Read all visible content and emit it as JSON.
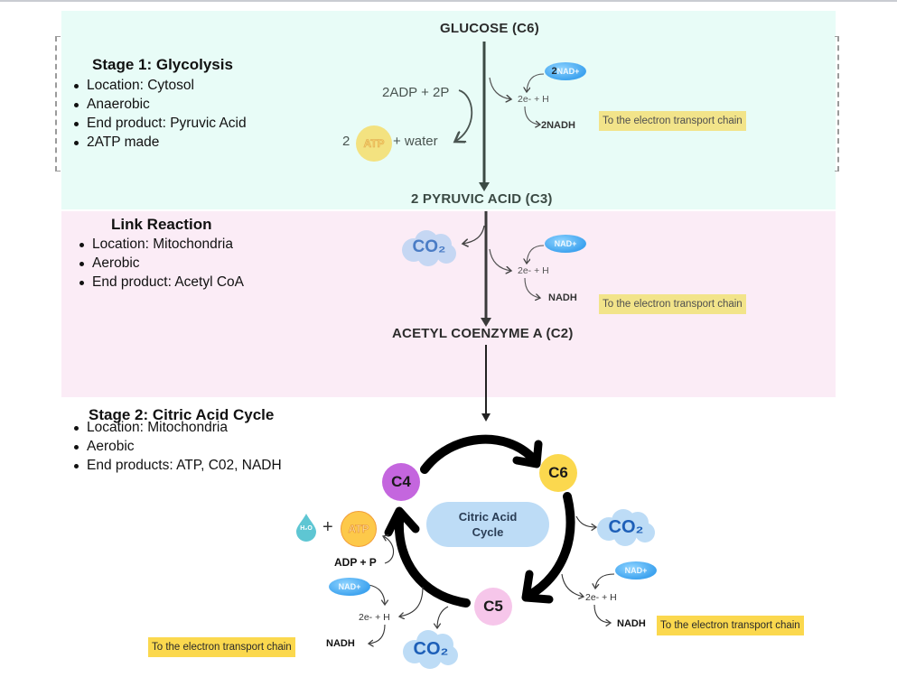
{
  "stage1": {
    "title": "Stage 1: Glycolysis",
    "bullets": [
      "Location: Cytosol",
      "Anaerobic",
      "End product: Pyruvic Acid",
      "2ATP made"
    ]
  },
  "link": {
    "title": "Link Reaction",
    "bullets": [
      "Location: Mitochondria",
      "Aerobic",
      "End product: Acetyl CoA"
    ]
  },
  "stage2": {
    "title": "Stage 2: Citric Acid Cycle",
    "bullets": [
      "Location: Mitochondria",
      "Aerobic",
      "End products: ATP, C02, NADH"
    ]
  },
  "molecules": {
    "glucose": "GLUCOSE (C6)",
    "pyruvic": "2 PYRUVIC ACID (C3)",
    "acetyl": "ACETYL COENZYME A (C2)"
  },
  "glycolysis_side": {
    "adp": "2ADP + 2P",
    "atp_count": "2",
    "atp_label": "ATP",
    "water": "+ water",
    "nad_count": "2",
    "nad_label": "NAD+",
    "electrons": "2e- + H",
    "nadh": "2NADH",
    "etc": "To the electron transport chain"
  },
  "link_side": {
    "co2": "CO₂",
    "nad_label": "NAD+",
    "electrons": "2e- + H",
    "nadh": "NADH",
    "etc": "To the electron transport chain"
  },
  "cycle": {
    "center_line1": "Citric Acid",
    "center_line2": "Cycle",
    "nodes": {
      "c4": "C4",
      "c6": "C6",
      "c5": "C5"
    },
    "co2_right": "CO₂",
    "co2_bottom": "CO₂",
    "h2o": "H₂O",
    "plus": "+",
    "atp_label": "ATP",
    "adp": "ADP + P",
    "right_nad": "NAD+",
    "right_electrons": "2e- + H",
    "right_nadh": "NADH",
    "right_etc": "To the electron transport chain",
    "left_nad": "NAD+",
    "left_electrons": "2e- + H",
    "left_nadh": "NADH",
    "left_etc": "To the electron transport chain"
  },
  "colors": {
    "glycolysis_bg": "#e8fcf7",
    "link_bg": "#fbecf6",
    "etc_pale": "#f2e48a",
    "etc_gold": "#fbd84e",
    "c4": "#c466de",
    "c6": "#fbd84e",
    "c5": "#f6c6ea",
    "nad": "#3ea3ef",
    "co2_cloud": "#bddcf6"
  }
}
